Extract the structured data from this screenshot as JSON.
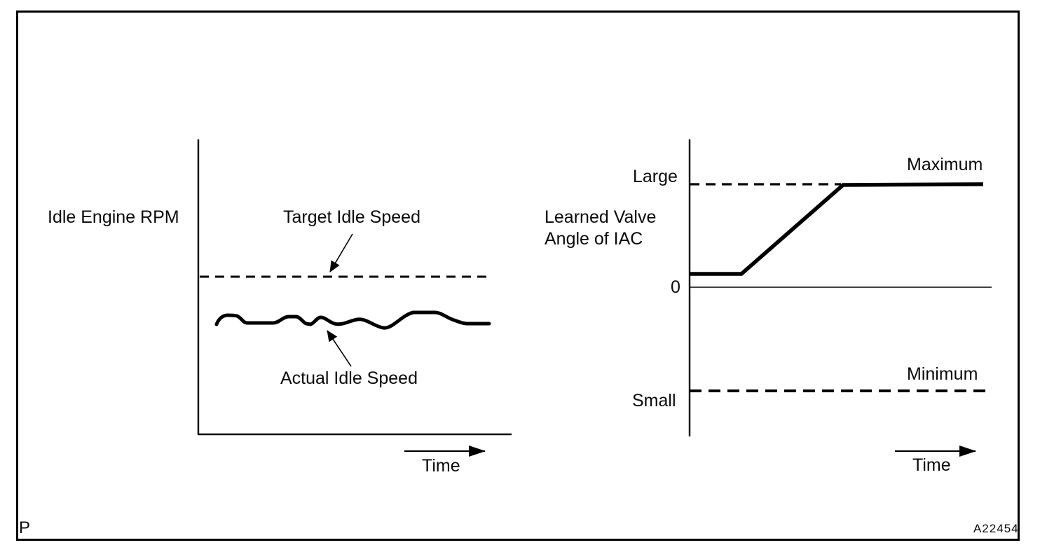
{
  "colors": {
    "ink": "#000000",
    "paper": "#ffffff"
  },
  "footer": {
    "page_marker": "P",
    "figure_code": "A22454"
  },
  "left_chart": {
    "y_axis_label": "Idle Engine RPM",
    "target_label": "Target Idle Speed",
    "actual_label": "Actual Idle Speed",
    "x_axis_label": "Time"
  },
  "right_chart": {
    "y_axis_label_line1": "Learned Valve",
    "y_axis_label_line2": "Angle of IAC",
    "tick_large": "Large",
    "tick_zero": "0",
    "tick_small": "Small",
    "max_label": "Maximum",
    "min_label": "Minimum",
    "x_axis_label": "Time"
  },
  "chart_data": [
    {
      "type": "line",
      "title": "Idle speed feedback",
      "xlabel": "Time",
      "ylabel": "Idle Engine RPM",
      "grid": false,
      "axis_style": "qualitative, no numeric ticks, time arrow on x axis",
      "series": [
        {
          "name": "Target Idle Speed",
          "style": "dashed",
          "x": [
            0.0,
            0.93
          ],
          "y": [
            1.0,
            1.0
          ]
        },
        {
          "name": "Actual Idle Speed",
          "style": "solid-wavy",
          "x": [
            0.06,
            0.09,
            0.13,
            0.16,
            0.24,
            0.29,
            0.31,
            0.34,
            0.36,
            0.4,
            0.43,
            0.5,
            0.56,
            0.59,
            0.68,
            0.75,
            0.81,
            0.86,
            0.93
          ],
          "y": [
            0.7,
            0.76,
            0.75,
            0.71,
            0.71,
            0.75,
            0.75,
            0.7,
            0.69,
            0.74,
            0.7,
            0.73,
            0.68,
            0.67,
            0.77,
            0.77,
            0.71,
            0.7,
            0.7
          ]
        }
      ],
      "annotations": [
        {
          "text": "Target Idle Speed",
          "arrow_points_to": "dashed target line"
        },
        {
          "text": "Actual Idle Speed",
          "arrow_points_to": "wavy actual line"
        }
      ]
    },
    {
      "type": "line",
      "title": "IAC learned value saturation",
      "xlabel": "Time",
      "ylabel": "Learned Valve Angle of IAC",
      "grid": false,
      "yticks": [
        {
          "label": "Large",
          "value": 1.0
        },
        {
          "label": "0",
          "value": 0.0
        },
        {
          "label": "Small",
          "value": -1.0
        }
      ],
      "series": [
        {
          "name": "Learned Valve Angle of IAC",
          "style": "solid",
          "x": [
            0.0,
            0.17,
            0.51,
            0.97
          ],
          "y": [
            0.13,
            0.13,
            1.0,
            1.0
          ]
        },
        {
          "name": "Maximum",
          "style": "dashed",
          "x": [
            0.0,
            0.51
          ],
          "y": [
            1.0,
            1.0
          ]
        },
        {
          "name": "Minimum",
          "style": "dashed",
          "x": [
            0.0,
            0.98
          ],
          "y": [
            -1.0,
            -1.0
          ]
        }
      ],
      "annotations": [
        {
          "text": "Maximum",
          "position": "above right end of saturated line"
        },
        {
          "text": "Minimum",
          "position": "above right end of minimum dashed line"
        }
      ]
    }
  ]
}
